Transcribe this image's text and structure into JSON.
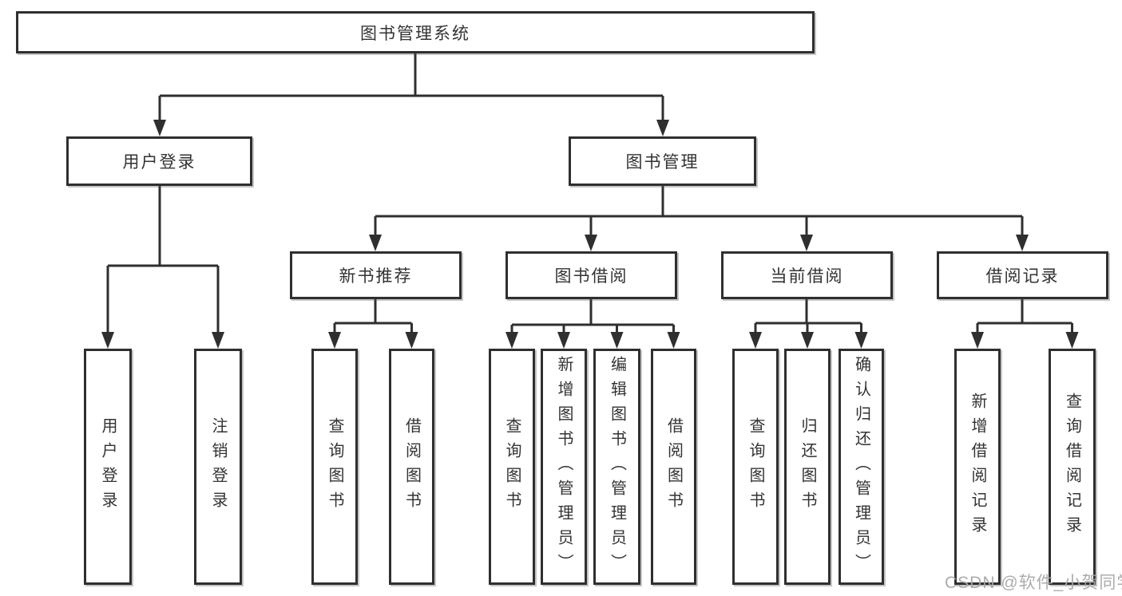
{
  "tree": {
    "label": "图书管理系统",
    "children": [
      {
        "label": "用户登录",
        "children": [
          {
            "label": "用户登录"
          },
          {
            "label": "注销登录"
          }
        ]
      },
      {
        "label": "图书管理",
        "children": [
          {
            "label": "新书推荐",
            "children": [
              {
                "label": "查询图书"
              },
              {
                "label": "借阅图书"
              }
            ]
          },
          {
            "label": "图书借阅",
            "children": [
              {
                "label": "查询图书"
              },
              {
                "label": "新增图书（管理员）"
              },
              {
                "label": "编辑图书（管理员）"
              },
              {
                "label": "借阅图书"
              }
            ]
          },
          {
            "label": "当前借阅",
            "children": [
              {
                "label": "查询图书"
              },
              {
                "label": "归还图书"
              },
              {
                "label": "确认归还（管理员）"
              }
            ]
          },
          {
            "label": "借阅记录",
            "children": [
              {
                "label": "新增借阅记录"
              },
              {
                "label": "查询借阅记录"
              }
            ]
          }
        ]
      }
    ]
  },
  "watermark": {
    "text": "CSDN @软件_小贺同学"
  },
  "colors": {
    "line": "#2f2f2f",
    "text": "#333333",
    "watermark": "#a8a8a8",
    "background": "#ffffff"
  }
}
